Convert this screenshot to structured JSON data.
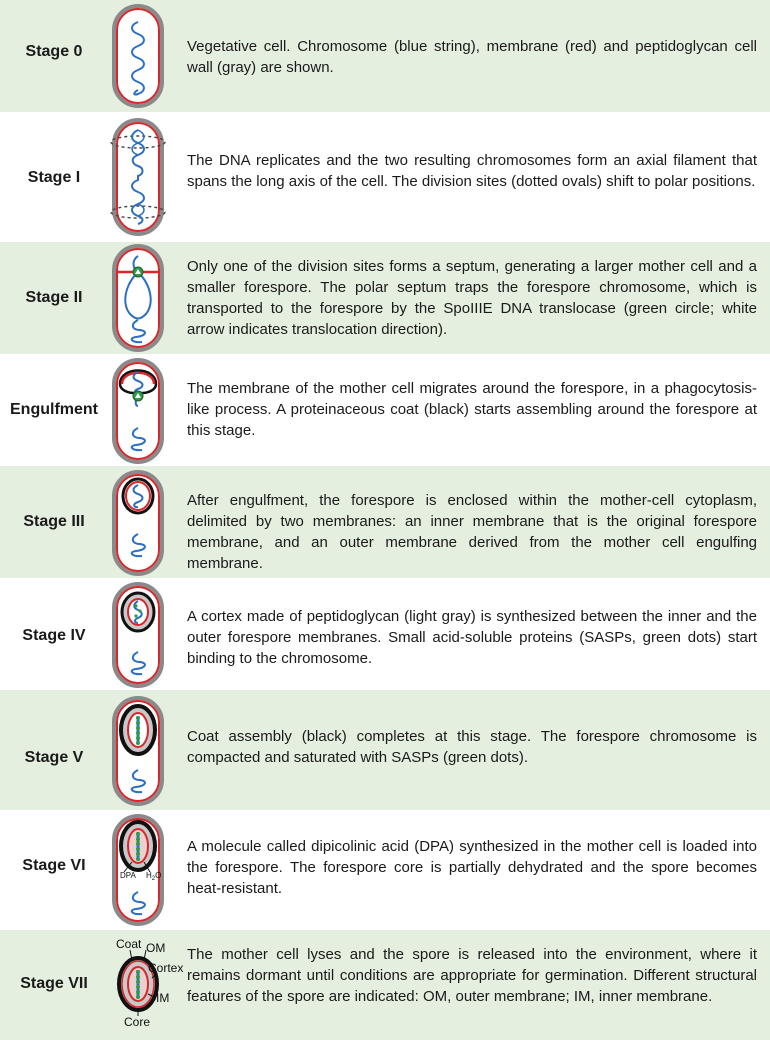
{
  "stages": [
    {
      "label": "Stage 0",
      "text": "Vegetative cell. Chromosome (blue string), membrane (red) and peptidoglycan cell wall (gray) are shown."
    },
    {
      "label": "Stage I",
      "text": "The DNA replicates and the two resulting chromosomes form an axial filament that spans the long axis of the cell. The division sites (dotted ovals) shift to polar positions."
    },
    {
      "label": "Stage II",
      "text": "Only one of the division sites forms a septum, generating a larger mother cell and a smaller forespore. The polar septum traps the forespore chromosome, which is transported to the forespore by the SpoIIIE DNA translocase (green circle; white arrow indicates translocation direction)."
    },
    {
      "label": "Engulfment",
      "text": "The membrane of the mother cell migrates around the forespore, in a phagocytosis-like process. A proteinaceous coat (black) starts assembling around the forespore at this stage."
    },
    {
      "label": "Stage III",
      "text": "After engulfment, the forespore is enclosed within the mother-cell cytoplasm, delimited by two membranes: an inner membrane that is the original forespore membrane, and an outer membrane derived from the mother cell engulfing membrane."
    },
    {
      "label": "Stage IV",
      "text": "A cortex made of peptidoglycan (light gray) is synthesized between the inner and the outer forespore membranes. Small acid-soluble proteins (SASPs, green dots) start binding to the chromosome."
    },
    {
      "label": "Stage V",
      "text": "Coat assembly (black) completes at this stage. The forespore chromosome is compacted and saturated with SASPs (green dots)."
    },
    {
      "label": "Stage VI",
      "text": "A molecule called dipicolinic acid (DPA) synthesized in the mother cell is loaded into the forespore. The forespore core is partially dehydrated and the spore becomes heat-resistant."
    },
    {
      "label": "Stage VII",
      "text": "The mother cell lyses and the spore is released into the environment, where it remains dormant until conditions are appropriate for germination. Different structural features of the spore are indicated: OM, outer membrane; IM, inner membrane."
    }
  ],
  "annotations": {
    "dpa": "DPA",
    "h2o_h": "H",
    "h2o_sub": "2",
    "h2o_o": "O",
    "coat": "Coat",
    "om": "OM",
    "cortex": "Cortex",
    "im": "IM",
    "core": "Core"
  },
  "colors": {
    "row_green": "#e4efdf",
    "cell_wall": "#8a8a8a",
    "membrane": "#d9262a",
    "chromosome": "#2a6fc0",
    "translocase": "#2c9b4a",
    "coat": "#111111",
    "cortex": "#c8c8c8"
  }
}
